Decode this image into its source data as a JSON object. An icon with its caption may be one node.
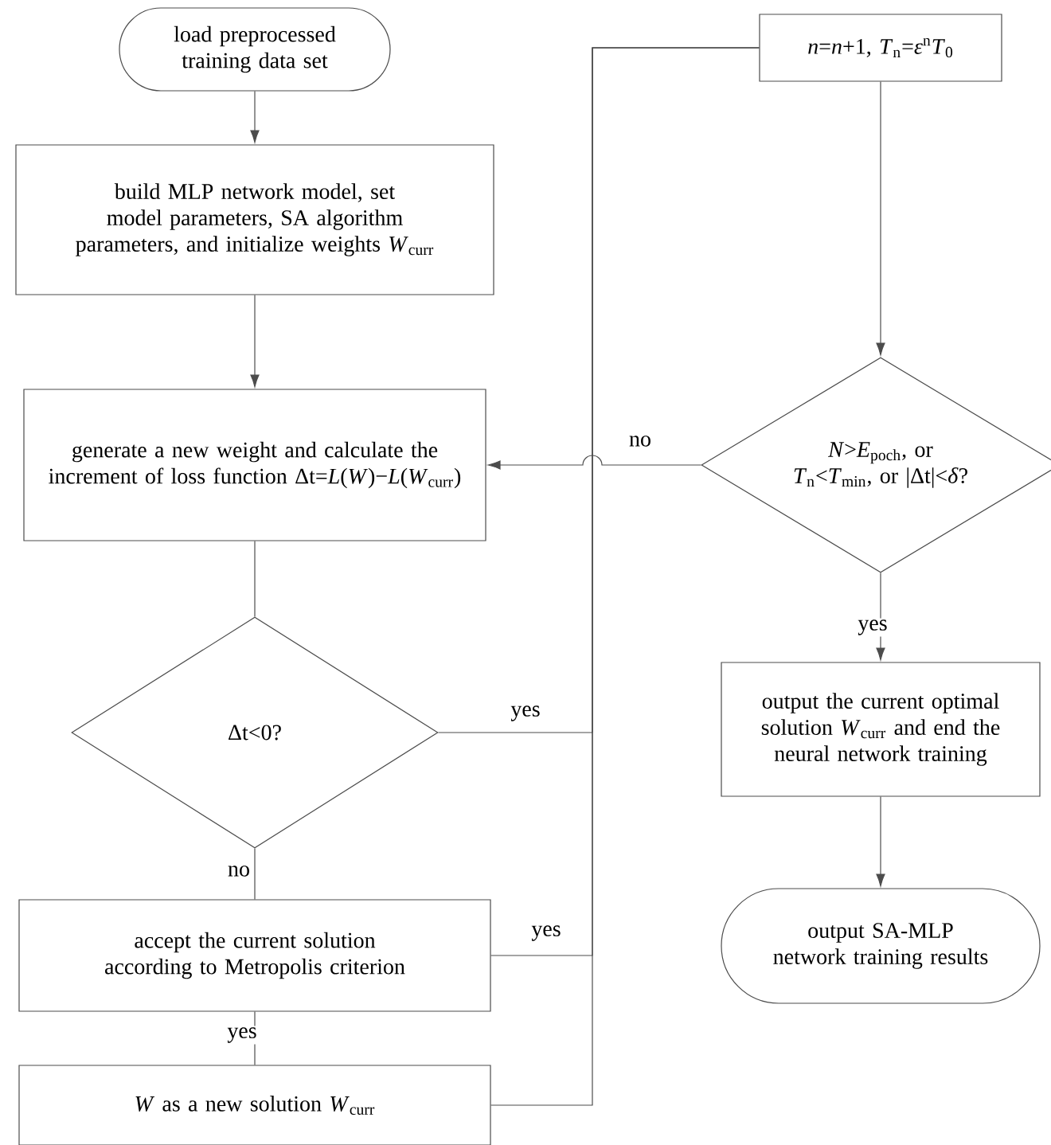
{
  "diagram": {
    "nodes": [
      {
        "text": [
          "load preprocessed training data set"
        ]
      },
      {
        "text": [
          "build MLP network model, set model parameters, SA algorithm parameters, and initialize weights *W*$_{curr}$"
        ]
      },
      {
        "text": [
          "generate a new weight and calculate the increment of loss function Δt=*L*(*W*)−*L*(*W*$_{curr}$)"
        ]
      },
      {
        "text": [
          "Δt<0?"
        ]
      },
      {
        "text": [
          "accept the current solution according to Metropolis criterion"
        ]
      },
      {
        "text": [
          "*W* as a new solution *W*$_{curr}$"
        ]
      },
      {
        "text": [
          "*n*=*n*+1, *T*$_{n}$=*ε*$^{n}$*T*$_{0}$"
        ]
      },
      {
        "text": [
          "*N*>*E*$_{poch}$, or *T*$_{n}$<*T*$_{min}$, or |Δt|<*δ*?"
        ]
      },
      {
        "text": [
          "output the current optimal solution *W*$_{curr}$ and end the neural network training"
        ]
      },
      {
        "text": [
          "output SA-MLP network training results"
        ]
      }
    ],
    "edges": [
      {
        "from": 0,
        "to": 1,
        "arrow": "to"
      },
      {
        "from": 1,
        "to": 2,
        "arrow": "to"
      },
      {
        "from": 2,
        "to": 3,
        "arrow": "none"
      },
      {
        "from": 3,
        "to": 4,
        "arrow": "none",
        "label": "no"
      },
      {
        "from": 4,
        "to": 5,
        "arrow": "none",
        "label": "yes"
      },
      {
        "from": 3,
        "to": 6,
        "arrow": "none",
        "label": "yes"
      },
      {
        "from": 4,
        "to": 6,
        "arrow": "none",
        "label": "yes"
      },
      {
        "from": 5,
        "to": 6,
        "arrow": "none"
      },
      {
        "from": 6,
        "to": 7,
        "arrow": "to"
      },
      {
        "from": 7,
        "to": 2,
        "arrow": "to",
        "label": "no"
      },
      {
        "from": 7,
        "to": 8,
        "arrow": "to",
        "label": "yes"
      },
      {
        "from": 8,
        "to": 9,
        "arrow": "to"
      }
    ]
  }
}
